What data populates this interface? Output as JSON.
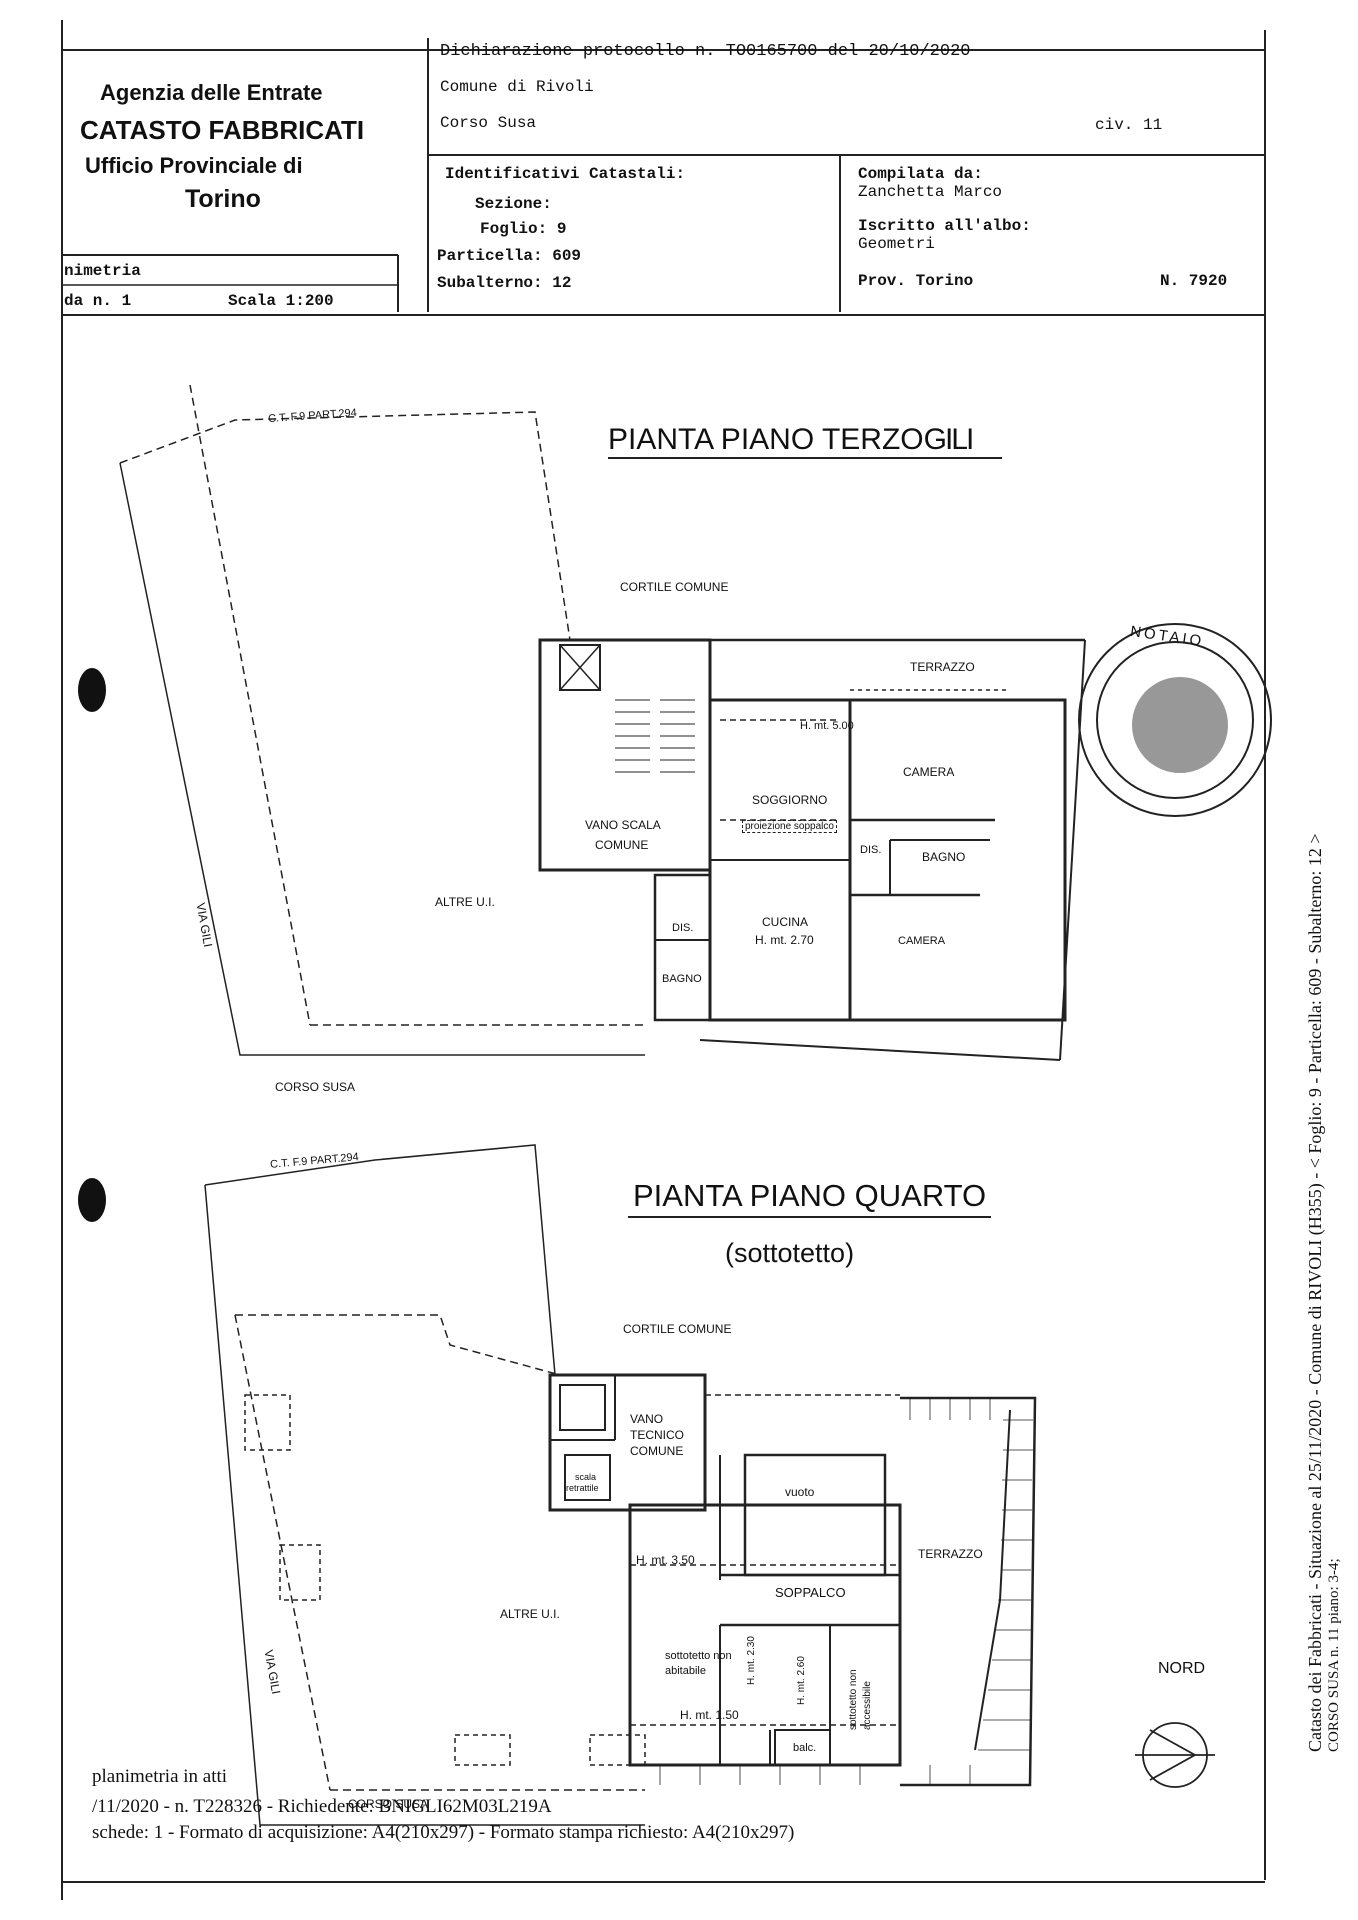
{
  "header": {
    "agency": [
      "Agenzia delle Entrate",
      "CATASTO FABBRICATI",
      "Ufficio Provinciale di",
      "Torino"
    ],
    "declaration": "Dichiarazione protocollo n. TO0165700 del 20/10/2020",
    "comune": "Comune di Rivoli",
    "address": "Corso Susa",
    "civico": "civ. 11",
    "ident_title": "Identificativi Catastali:",
    "sezione": "Sezione:",
    "foglio": "Foglio: 9",
    "particella": "Particella: 609",
    "subalterno": "Subalterno: 12",
    "compilata_label": "Compilata da:",
    "compilata_name": "Zanchetta Marco",
    "iscritto": "Iscritto all'albo:",
    "albo": "Geometri",
    "prov": "Prov. Torino",
    "numero": "N. 7920",
    "planimetria": "nimetria",
    "scheda": "da n. 1",
    "scala": "Scala 1:200"
  },
  "plan_top": {
    "title": "PIANTA PIANO TERZO",
    "title_tail": "GILI",
    "ct_label": "C.T. F.9 PART.294",
    "cortile": "CORTILE COMUNE",
    "terrazzo": "TERRAZZO",
    "h500": "H. mt. 5.00",
    "camera1": "CAMERA",
    "soggiorno": "SOGGIORNO",
    "proiezione": "proiezione soppalco",
    "vano_scala": [
      "VANO SCALA",
      "COMUNE"
    ],
    "dis1": "DIS.",
    "bagno1": "BAGNO",
    "altre": "ALTRE U.I.",
    "via_gili": "VIA GILI",
    "dis2": "DIS.",
    "cucina": [
      "CUCINA",
      "H. mt. 2.70"
    ],
    "camera2": "CAMERA",
    "bagno2": "BAGNO",
    "corso_susa": "CORSO SUSA"
  },
  "plan_bottom": {
    "title": "PIANTA PIANO QUARTO",
    "subtitle": "(sottotetto)",
    "ct_label": "C.T. F.9 PART.294",
    "cortile": "CORTILE COMUNE",
    "vano_tecnico": [
      "VANO",
      "TECNICO",
      "COMUNE"
    ],
    "scala_retrattile": [
      "scala",
      "retrattile"
    ],
    "vuoto": "vuoto",
    "h350": "H. mt. 3.50",
    "terrazzo": "TERRAZZO",
    "soppalco": "SOPPALCO",
    "altre": "ALTRE U.I.",
    "via_gili": "VIA GILI",
    "sottotetto_non_abitabile": [
      "sottotetto non",
      "abitabile"
    ],
    "h230": "H. mt. 2.30",
    "h260": "H. mt. 2.60",
    "sottotetto_non_accessibile": [
      "sottotetto non",
      "accessibile"
    ],
    "h150": "H. mt. 1.50",
    "balc": "balc.",
    "corso_susa": "CORSO SUSA",
    "nord": "NORD"
  },
  "footer": {
    "line1": "planimetria in atti",
    "line2": "/11/2020 - n. T228326 - Richiedente: BNIGLI62M03L219A",
    "line3": "schede: 1 - Formato di acquisizione: A4(210x297) - Formato stampa richiesto: A4(210x297)",
    "side": "Catasto dei Fabbricati - Situazione al 25/11/2020 - Comune di RIVOLI (H355) - < Foglio: 9 - Particella: 609 - Subalterno: 12 >",
    "side2": "CORSO SUSA n. 11 piano: 3-4;"
  },
  "stamp": {
    "text": "NOTAIO"
  },
  "colors": {
    "ink": "#111111",
    "paper": "#ffffff"
  }
}
